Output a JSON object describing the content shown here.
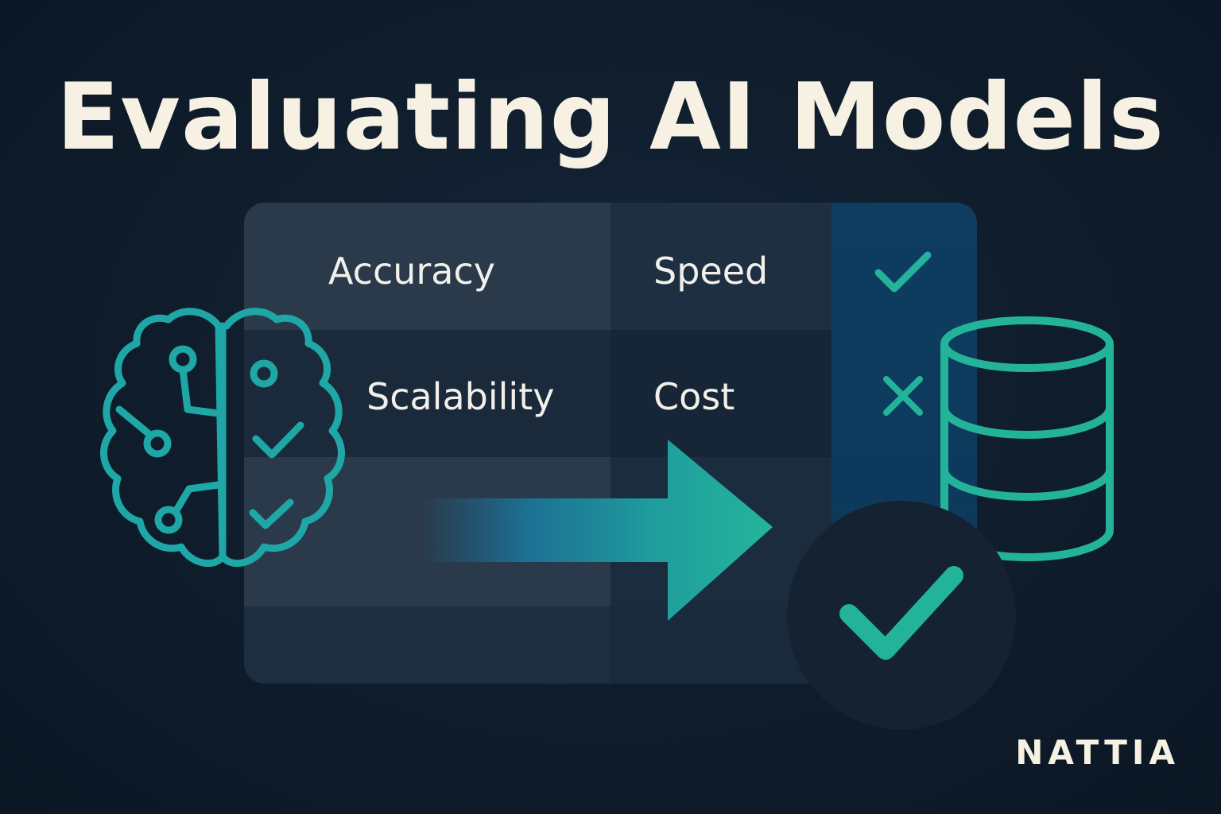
{
  "title": "Evaluating AI Models",
  "criteria": {
    "row1": {
      "col1": "Accuracy",
      "col2": "Speed",
      "status_icon": "check-icon"
    },
    "row2": {
      "col1": "Scalability",
      "col2": "Cost",
      "status_icon": "cross-icon"
    }
  },
  "brand": "NATTIA",
  "colors": {
    "background": "#0f1c2b",
    "accent_teal": "#22b39a",
    "accent_blue": "#1a6f9a",
    "title_text": "#f6f1e2",
    "status_column": "#0e3d61"
  },
  "icons": [
    "brain-circuit-icon",
    "arrow-right-icon",
    "database-icon",
    "check-badge-icon"
  ]
}
